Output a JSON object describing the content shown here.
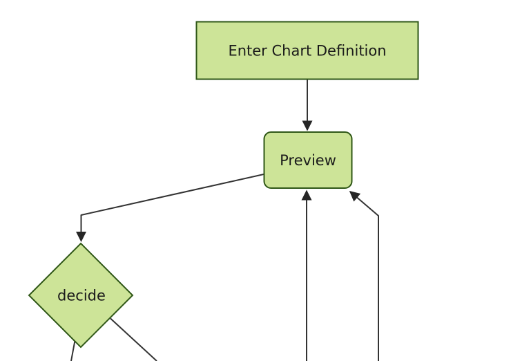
{
  "diagram": {
    "kind": "flowchart",
    "direction": "top-down",
    "nodes": [
      {
        "id": "A",
        "label": "Enter Chart Definition",
        "shape": "rectangle"
      },
      {
        "id": "B",
        "label": "Preview",
        "shape": "rounded-rectangle"
      },
      {
        "id": "C",
        "label": "decide",
        "shape": "diamond"
      }
    ],
    "edges": [
      {
        "from": "A",
        "to": "B",
        "arrow": true
      },
      {
        "from": "B",
        "to": "C",
        "arrow": true
      },
      {
        "from": "offscreen-bottom",
        "to": "B",
        "arrow": true
      },
      {
        "from": "offscreen-bottom-right",
        "to": "B",
        "arrow": true
      },
      {
        "from": "C",
        "to": "offscreen-bottom-left",
        "arrow": false
      },
      {
        "from": "C",
        "to": "offscreen-bottom-right",
        "arrow": false
      }
    ],
    "colors": {
      "node_fill": "#cde498",
      "node_border": "#2f5717",
      "edge_line": "#333333",
      "arrowhead": "#262626",
      "label_text": "#1a1a1a",
      "background": "#ffffff"
    }
  }
}
